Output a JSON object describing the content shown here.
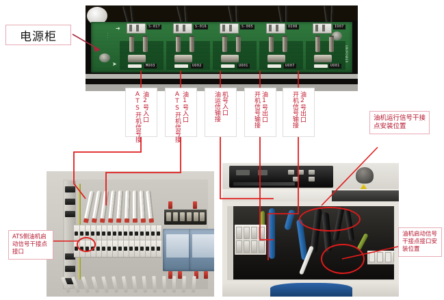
{
  "diagram": {
    "title_label": "电源柜",
    "accent_red": "#c0182e",
    "line_red": "#e01b1b",
    "box_border": "#e6a8b4"
  },
  "power_cabinet_label": {
    "text": "电源柜",
    "name": "power-cabinet-callout"
  },
  "port_labels": [
    {
      "id": "ats-start-2",
      "right_col": "油2号入口",
      "left_col": "ATS开机信号接"
    },
    {
      "id": "ats-start-1",
      "right_col": "油1号入口",
      "left_col": "ATS开机信号接"
    },
    {
      "id": "engine-run-signal",
      "right_col": "机号入口",
      "left_col": "油运信输接"
    },
    {
      "id": "engine-out-1",
      "right_col": "油1号出口",
      "left_col": "开机信号输接"
    },
    {
      "id": "engine-out-2",
      "right_col": "油2号出口",
      "left_col": "开机信号输接"
    }
  ],
  "callouts": {
    "engine_run_contact": "油机运行信号干接点安装位置",
    "engine_start_contact": "油机启动信号干接点接口安装位置",
    "ats_side_contact": "ATS侧油机启动信号干接点接口"
  },
  "pcb": {
    "top_silkscreen": [
      "S-017",
      "S-016",
      "S-005",
      "OI08",
      "IO07"
    ],
    "bottom_silkscreen": [
      "MO03",
      "UO02",
      "UO01",
      "UO07",
      "UO01"
    ],
    "brand_text": "UNIPOWER",
    "module_count": 5
  },
  "photos": [
    {
      "id": "pcb-board-photo",
      "caption": ""
    },
    {
      "id": "ats-cabinet-photo",
      "caption": ""
    },
    {
      "id": "generator-cabinet-photo",
      "caption": ""
    }
  ]
}
